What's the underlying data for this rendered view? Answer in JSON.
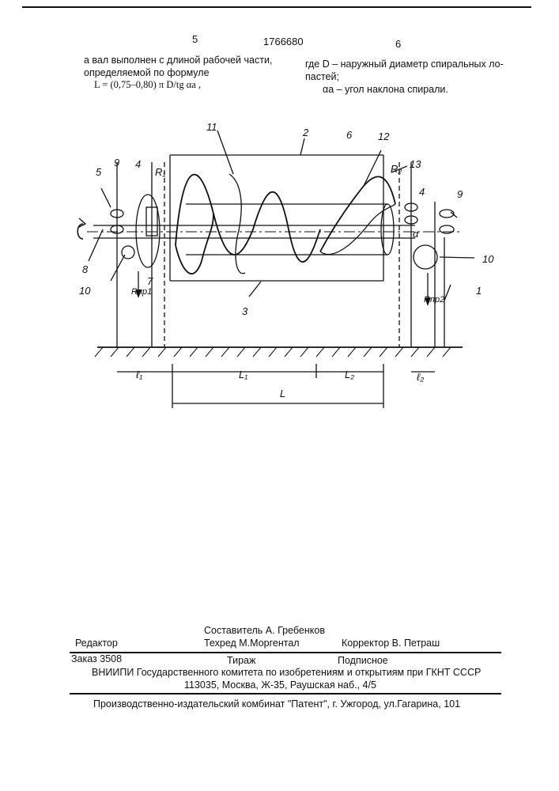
{
  "header": {
    "page_left": "5",
    "patent_number": "1766680",
    "page_right": "6"
  },
  "left_column": {
    "line1": "а вал выполнен с длиной рабочей части,",
    "line2": "определяемой по формуле",
    "formula": "L = (0,75–0,80) π D/tg αa ,"
  },
  "right_column": {
    "line1": "где D – наружный диаметр спиральных ло-",
    "line2": "пастей;",
    "line3": "αa – угол наклона спирали."
  },
  "figure": {
    "labels": {
      "n1": "1",
      "n2": "2",
      "n3": "3",
      "n4a": "4",
      "n4b": "4",
      "n5": "5",
      "n6": "6",
      "n7": "7",
      "n8": "8",
      "n9a": "9",
      "n9b": "9",
      "n10a": "10",
      "n10b": "10",
      "n11": "11",
      "n12": "12",
      "n13": "13",
      "R1": "R₁",
      "R2": "R₂",
      "Rpr1": "Rпр1",
      "Rpr2": "Rпр2",
      "l1": "ℓ₁",
      "l2": "ℓ₂",
      "L1": "L₁",
      "L2": "L₂",
      "L": "L",
      "alpha": "α"
    }
  },
  "footer": {
    "composer": "Составитель  А. Гребенков",
    "editor": "Редактор",
    "techred": "Техред М.Моргентал",
    "corrector": "Корректор  В. Петраш",
    "order": "Заказ  3508",
    "circulation": "Тираж",
    "subscription": "Подписное",
    "vniipi": "ВНИИПИ Государственного комитета по изобретениям и открытиям при ГКНТ СССР",
    "address": "113035, Москва, Ж-35, Раушская наб., 4/5",
    "publisher": "Производственно-издательский комбинат \"Патент\", г. Ужгород, ул.Гагарина, 101"
  }
}
